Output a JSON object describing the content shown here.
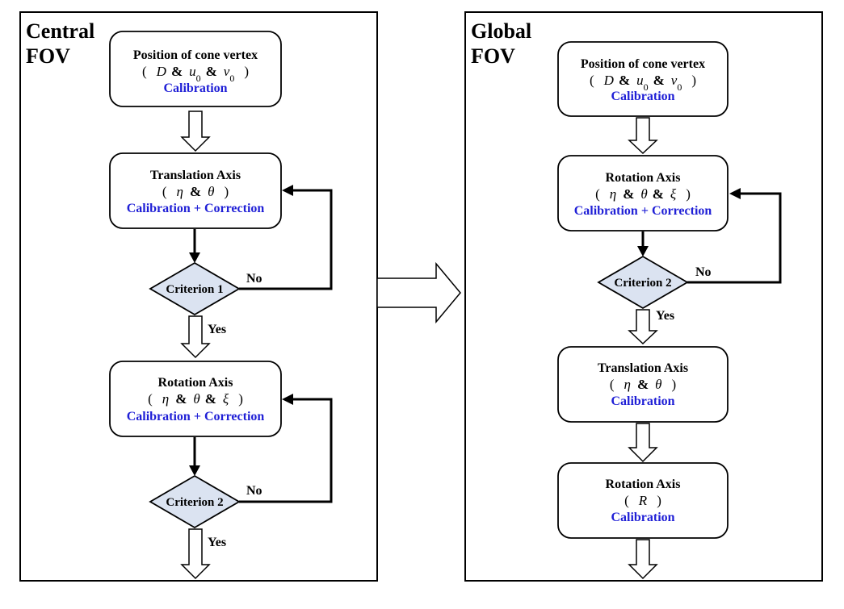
{
  "panels": {
    "left": {
      "title_line1": "Central",
      "title_line2": "FOV",
      "box1": {
        "title": "Position of cone vertex",
        "params": [
          "D",
          "&",
          "u0",
          "&",
          "v0"
        ],
        "action": "Calibration"
      },
      "box2": {
        "title": "Translation Axis",
        "params": [
          "η",
          "&",
          "θ"
        ],
        "action": "Calibration + Correction"
      },
      "diamond1": {
        "label": "Criterion 1",
        "no": "No",
        "yes": "Yes"
      },
      "box3": {
        "title": "Rotation Axis",
        "params": [
          "η",
          "&",
          "θ",
          "&",
          "ξ"
        ],
        "action": "Calibration + Correction"
      },
      "diamond2": {
        "label": "Criterion 2",
        "no": "No",
        "yes": "Yes"
      }
    },
    "right": {
      "title_line1": "Global",
      "title_line2": "FOV",
      "box1": {
        "title": "Position of cone vertex",
        "params": [
          "D",
          "&",
          "u0",
          "&",
          "v0"
        ],
        "action": "Calibration"
      },
      "box2": {
        "title": "Rotation Axis",
        "params": [
          "η",
          "&",
          "θ",
          "&",
          "ξ"
        ],
        "action": "Calibration + Correction"
      },
      "diamond1": {
        "label": "Criterion 2",
        "no": "No",
        "yes": "Yes"
      },
      "box3": {
        "title": "Translation Axis",
        "params": [
          "η",
          "&",
          "θ"
        ],
        "action": "Calibration"
      },
      "box4": {
        "title": "Rotation Axis",
        "params": [
          "R"
        ],
        "action": "Calibration"
      }
    }
  },
  "colors": {
    "action_text": "#1f1fd6",
    "diamond_fill": "#dbe3f1"
  }
}
